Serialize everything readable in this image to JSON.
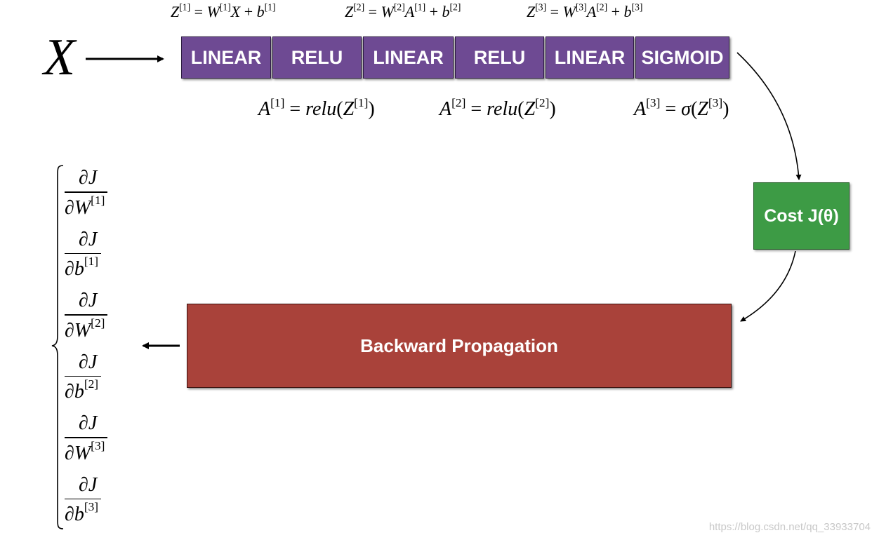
{
  "input_label": "X",
  "layers": [
    {
      "label": "LINEAR",
      "width": 128
    },
    {
      "label": "RELU",
      "width": 127
    },
    {
      "label": "LINEAR",
      "width": 129
    },
    {
      "label": "RELU",
      "width": 127
    },
    {
      "label": "LINEAR",
      "width": 126
    },
    {
      "label": "SIGMOID",
      "width": 134
    }
  ],
  "forward_equations": {
    "z1": {
      "lhs": "Z",
      "lhs_sup": "[1]",
      "eq": " = ",
      "w": "W",
      "w_sup": "[1]",
      "a": "X",
      "a_sup": "",
      "plus": " + ",
      "b": "b",
      "b_sup": "[1]"
    },
    "z2": {
      "lhs": "Z",
      "lhs_sup": "[2]",
      "eq": " = ",
      "w": "W",
      "w_sup": "[2]",
      "a": "A",
      "a_sup": "[1]",
      "plus": " + ",
      "b": "b",
      "b_sup": "[2]"
    },
    "z3": {
      "lhs": "Z",
      "lhs_sup": "[3]",
      "eq": " = ",
      "w": "W",
      "w_sup": "[3]",
      "a": "A",
      "a_sup": "[2]",
      "plus": " + ",
      "b": "b",
      "b_sup": "[3]"
    }
  },
  "activation_equations": {
    "a1": {
      "lhs": "A",
      "lhs_sup": "[1]",
      "eq": " = ",
      "fn": "relu",
      "open": "(",
      "z": "Z",
      "z_sup": "[1]",
      "close": ")"
    },
    "a2": {
      "lhs": "A",
      "lhs_sup": "[2]",
      "eq": " = ",
      "fn": "relu",
      "open": "(",
      "z": "Z",
      "z_sup": "[2]",
      "close": ")"
    },
    "a3": {
      "lhs": "A",
      "lhs_sup": "[3]",
      "eq": " = ",
      "fn": "σ",
      "open": "(",
      "z": "Z",
      "z_sup": "[3]",
      "close": ")"
    }
  },
  "cost_label": "Cost J(θ)",
  "backprop_label": "Backward Propagation",
  "gradients": [
    {
      "num": "∂J",
      "den": "∂W",
      "sup": "[1]"
    },
    {
      "num": "∂J",
      "den": "∂b",
      "sup": "[1]"
    },
    {
      "num": "∂J",
      "den": "∂W",
      "sup": "[2]"
    },
    {
      "num": "∂J",
      "den": "∂b",
      "sup": "[2]"
    },
    {
      "num": "∂J",
      "den": "∂W",
      "sup": "[3]"
    },
    {
      "num": "∂J",
      "den": "∂b",
      "sup": "[3]"
    }
  ],
  "watermark": "https://blog.csdn.net/qq_33933704",
  "colors": {
    "layer": "#6e4a93",
    "cost": "#3d9b45",
    "backprop": "#a9423a"
  }
}
